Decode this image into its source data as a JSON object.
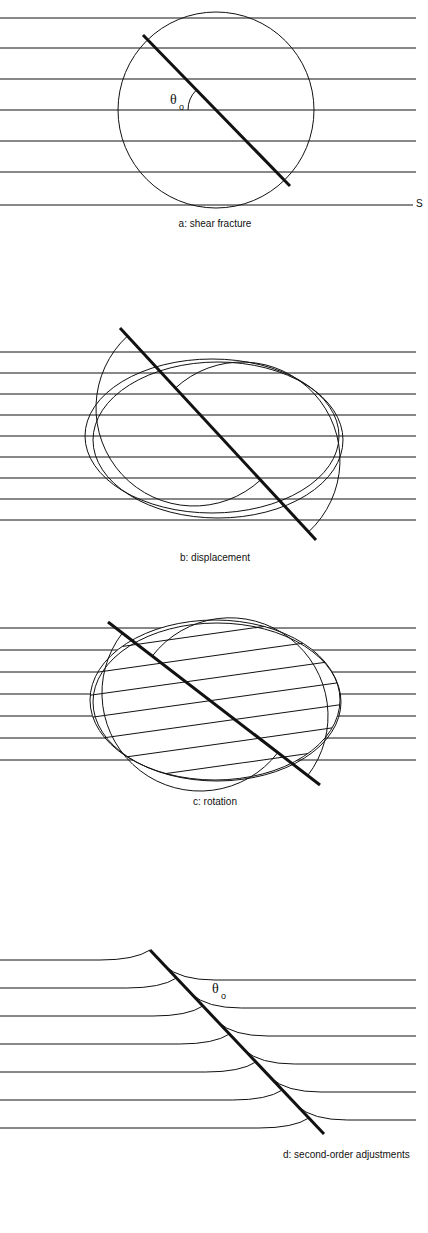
{
  "diagram": {
    "labels": [
      "θ",
      "o",
      "S",
      "a: shear fracture",
      "b: displacement",
      "c: rotation",
      "θ",
      "o",
      "d: second-order adjustments"
    ]
  }
}
